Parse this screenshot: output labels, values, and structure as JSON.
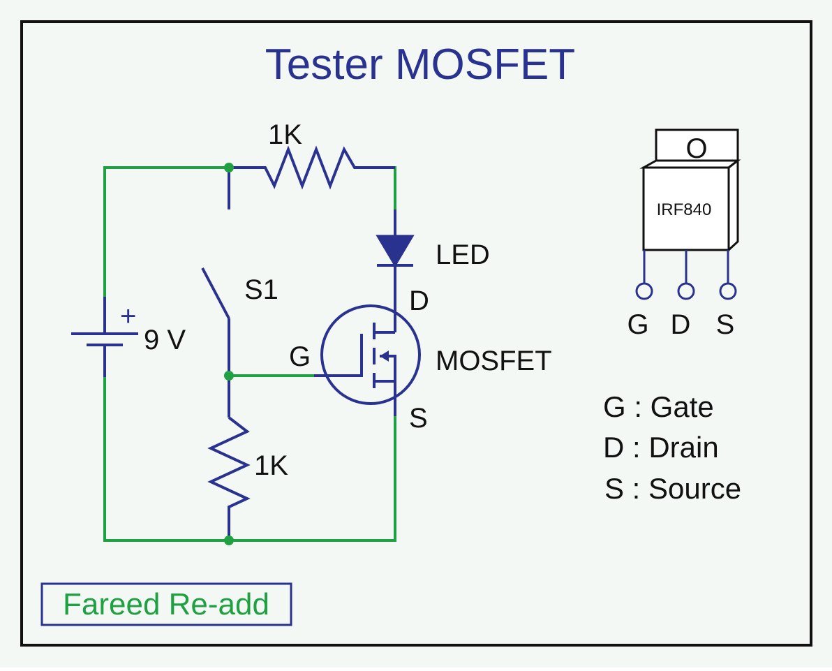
{
  "colors": {
    "background": "#f4f8f4",
    "border": "#111111",
    "wire_green": "#1fa043",
    "wire_blue": "#2a3290",
    "text": "#111111",
    "title": "#2a3290",
    "credit_text": "#1fa043",
    "credit_border": "#2a3290"
  },
  "title": "Tester MOSFET",
  "labels": {
    "resistor_top": "1K",
    "led": "LED",
    "switch": "S1",
    "battery_plus": "+",
    "battery_voltage": "9 V",
    "gate": "G",
    "drain": "D",
    "source": "S",
    "mosfet": "MOSFET",
    "resistor_bottom": "1K"
  },
  "package": {
    "tab_label": "O",
    "part_number": "IRF840",
    "pins": [
      "G",
      "D",
      "S"
    ]
  },
  "legend": [
    "G : Gate",
    "D : Drain",
    "S : Source"
  ],
  "credit": "Fareed Re-add"
}
